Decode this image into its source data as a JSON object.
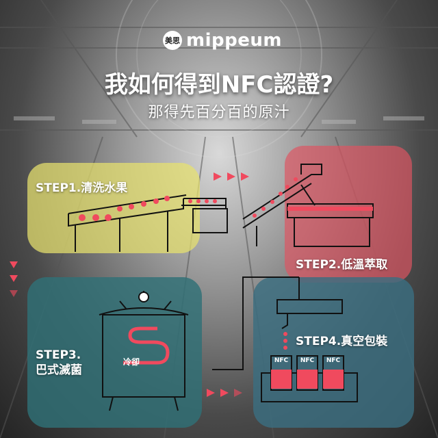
{
  "brand": {
    "mark": "美思",
    "name": "mippeum"
  },
  "title": "我如何得到NFC認證?",
  "subtitle": "那得先百分百的原汁",
  "steps": [
    {
      "label": "STEP1.清洗水果",
      "color": "#e8e26e"
    },
    {
      "label": "STEP2.低溫萃取",
      "color": "#de5462"
    },
    {
      "label_line1": "STEP3.",
      "label_line2": "巴式滅菌",
      "color": "#2f7076"
    },
    {
      "label": "STEP4.真空包裝",
      "color": "#3a6e80"
    }
  ],
  "cooling_label": "冷卻",
  "nfc_labels": [
    "NFC",
    "NFC",
    "NFC"
  ],
  "colors": {
    "accent": "#f04a5e",
    "line": "#111111",
    "text": "#ffffff"
  }
}
